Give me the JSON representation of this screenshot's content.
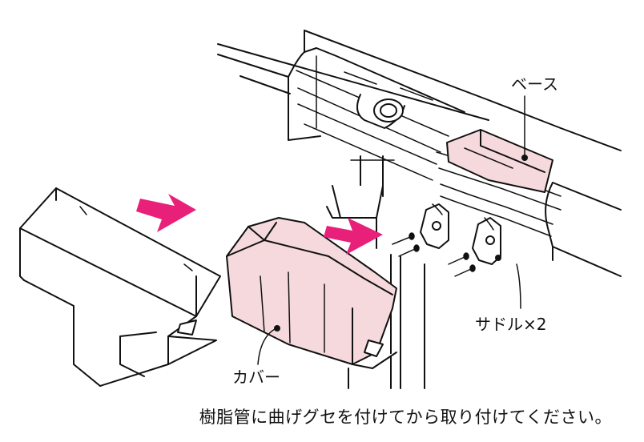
{
  "labels": {
    "base": "ベース",
    "saddle": "サドル×2",
    "cover": "カバー"
  },
  "caption": "樹脂管に曲げグセを付けてから取り付けてください。",
  "colors": {
    "pink_part": "#f6d9dd",
    "arrow": "#e8207a",
    "line": "#111111",
    "gray": "#cfcfcf"
  },
  "icons": [
    "arrow-right-icon",
    "arrow-right-icon",
    "screw-icon",
    "screw-icon",
    "screw-icon",
    "screw-icon"
  ]
}
